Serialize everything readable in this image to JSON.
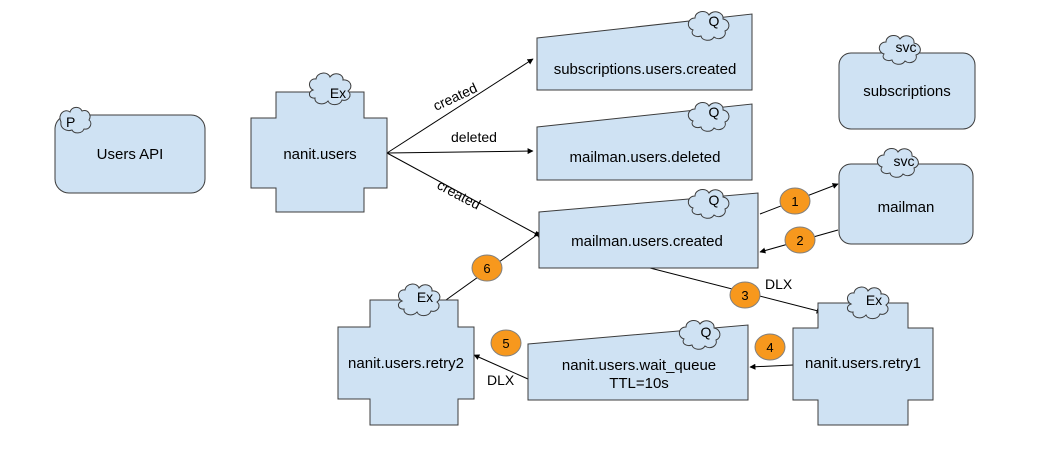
{
  "diagram": {
    "nodes": {
      "users_api": {
        "label": "Users API",
        "tag": "P"
      },
      "nanit_users": {
        "label": "nanit.users",
        "tag": "Ex"
      },
      "subs_created": {
        "label": "subscriptions.users.created",
        "tag": "Q"
      },
      "mailman_deleted": {
        "label": "mailman.users.deleted",
        "tag": "Q"
      },
      "mailman_created": {
        "label": "mailman.users.created",
        "tag": "Q"
      },
      "subscriptions": {
        "label": "subscriptions",
        "tag": "svc"
      },
      "mailman": {
        "label": "mailman",
        "tag": "svc"
      },
      "retry1": {
        "label": "nanit.users.retry1",
        "tag": "Ex"
      },
      "retry2": {
        "label": "nanit.users.retry2",
        "tag": "Ex"
      },
      "wait_queue": {
        "label_line1": "nanit.users.wait_queue",
        "label_line2": "TTL=10s",
        "tag": "Q"
      }
    },
    "edges": {
      "created_top": "created",
      "deleted": "deleted",
      "created_bottom": "created",
      "dlx_1": "DLX",
      "dlx_2": "DLX"
    },
    "steps": [
      "1",
      "2",
      "3",
      "4",
      "5",
      "6"
    ]
  },
  "colors": {
    "node_fill": "#cfe2f3",
    "badge_fill": "#f7981d",
    "stroke": "#3c3c3c"
  }
}
